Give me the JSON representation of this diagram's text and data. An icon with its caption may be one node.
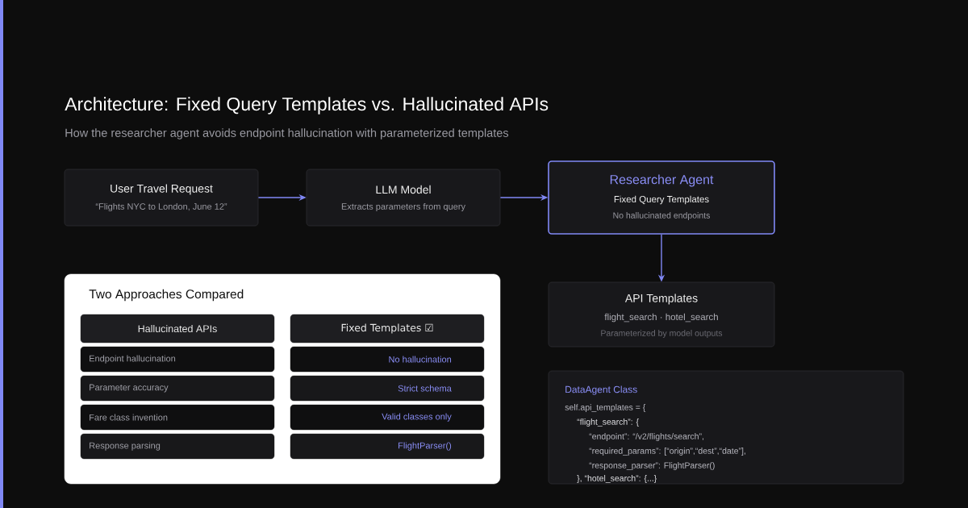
{
  "diagram": {
    "title": "Architecture: Fixed Query Templates vs. Hallucinated APIs",
    "caption": "How the researcher agent avoids endpoint hallucination with parameterized templates",
    "nodes": [
      {
        "text": [
          "User Travel Request",
          "“Flights NYC to London, June 12”"
        ]
      },
      {
        "text": [
          "LLM Model",
          "Extracts parameters from query"
        ]
      },
      {
        "text": [
          "Researcher Agent",
          "Fixed Query Templates",
          "No hallucinated endpoints"
        ]
      },
      {
        "text": [
          "API Templates",
          "flight_search · hotel_search",
          "Parameterized by model outputs"
        ]
      },
      {
        "text": [
          "Two Approaches Compared"
        ]
      },
      {
        "text": [
          "Hallucinated APIs"
        ],
        "in": 4
      },
      {
        "text": [
          "Fixed Templates ☑"
        ],
        "in": 4
      },
      {
        "text": [
          "Endpoint hallucination"
        ],
        "in": 4
      },
      {
        "text": [
          "No hallucination"
        ],
        "in": 4
      },
      {
        "text": [
          "Parameter accuracy"
        ],
        "in": 4
      },
      {
        "text": [
          "Strict schema"
        ],
        "in": 4
      },
      {
        "text": [
          "Fare class invention"
        ],
        "in": 4
      },
      {
        "text": [
          "Valid classes only"
        ],
        "in": 4
      },
      {
        "text": [
          "Response parsing"
        ],
        "in": 4
      },
      {
        "text": [
          "FlightParser()"
        ],
        "in": 4
      },
      {
        "text": [
          "DataAgent Class",
          "self.api_templates = {",
          "“flight_search”: {",
          "“endpoint”: “/v2/flights/search”,",
          "“required_params”: [“origin”,“dest”,“date”],",
          "“response_parser”: FlightParser()",
          "}, “hotel_search”: {...}"
        ]
      }
    ],
    "edges": [
      {
        "from": 0,
        "to": 1,
        "arrow": "to"
      },
      {
        "from": 1,
        "to": 2,
        "arrow": "to"
      },
      {
        "from": 2,
        "to": 3,
        "arrow": "to"
      }
    ]
  }
}
